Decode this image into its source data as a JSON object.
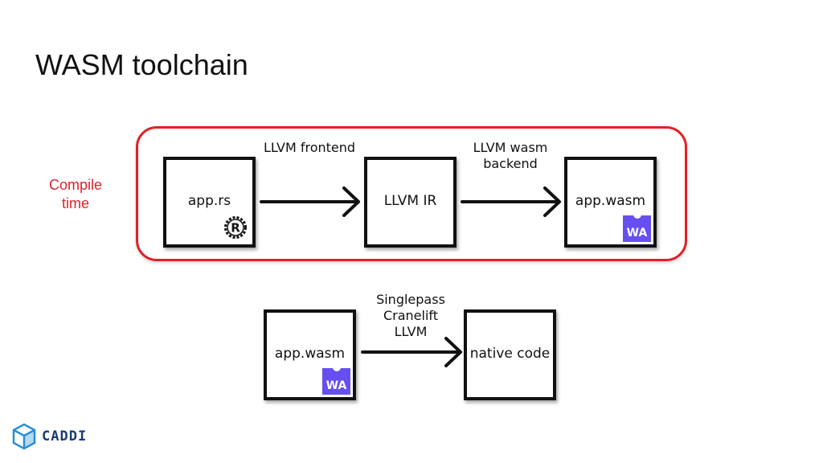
{
  "slide": {
    "title": "WASM toolchain",
    "compile_time_label": "Compile time",
    "logo_text": "CADDI"
  },
  "pipeline_compile": {
    "nodes": [
      {
        "id": "app-rs",
        "label": "app.rs",
        "badge": "rust-logo"
      },
      {
        "id": "llvm-ir",
        "label": "LLVM IR"
      },
      {
        "id": "app-wasm",
        "label": "app.wasm",
        "badge": "WA"
      }
    ],
    "edges": [
      {
        "from": "app-rs",
        "to": "llvm-ir",
        "label": "LLVM frontend"
      },
      {
        "from": "llvm-ir",
        "to": "app-wasm",
        "label_lines": [
          "LLVM wasm",
          "backend"
        ]
      }
    ]
  },
  "pipeline_runtime": {
    "nodes": [
      {
        "id": "app-wasm-2",
        "label": "app.wasm",
        "badge": "WA"
      },
      {
        "id": "native-code",
        "label": "native code"
      }
    ],
    "edge": {
      "from": "app-wasm-2",
      "to": "native-code",
      "label_lines": [
        "Singlepass",
        "Cranelift",
        "LLVM"
      ]
    }
  },
  "colors": {
    "accent_red": "#e02126",
    "wasm_purple": "#654ff0",
    "logo_blue": "#2a8fd6"
  }
}
